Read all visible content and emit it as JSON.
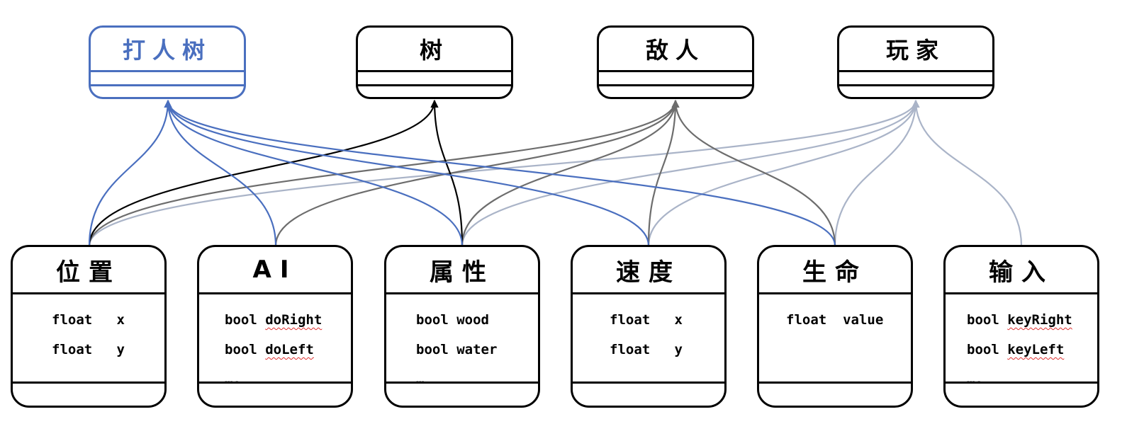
{
  "entities": [
    {
      "id": "e0",
      "name": "打人树",
      "color": "#4a6fbf"
    },
    {
      "id": "e1",
      "name": "树",
      "color": "#000000"
    },
    {
      "id": "e2",
      "name": "敌人",
      "color": "#6d6d6d"
    },
    {
      "id": "e3",
      "name": "玩家",
      "color": "#aab4c8"
    }
  ],
  "components": [
    {
      "id": "c0",
      "name": "位置",
      "fields": [
        {
          "type": "float",
          "name": "x"
        },
        {
          "type": "float",
          "name": "y"
        }
      ]
    },
    {
      "id": "c1",
      "name": "AI",
      "fields": [
        {
          "type": "bool",
          "name": "doRight"
        },
        {
          "type": "bool",
          "name": "doLeft"
        },
        {
          "type": "",
          "name": "…."
        }
      ]
    },
    {
      "id": "c2",
      "name": "属性",
      "fields": [
        {
          "type": "bool",
          "name": "wood"
        },
        {
          "type": "bool",
          "name": "water"
        },
        {
          "type": "",
          "name": "…"
        }
      ]
    },
    {
      "id": "c3",
      "name": "速度",
      "fields": [
        {
          "type": "float",
          "name": "x"
        },
        {
          "type": "float",
          "name": "y"
        }
      ]
    },
    {
      "id": "c4",
      "name": "生命",
      "fields": [
        {
          "type": "float",
          "name": "value"
        }
      ]
    },
    {
      "id": "c5",
      "name": "输入",
      "fields": [
        {
          "type": "bool",
          "name": "keyRight"
        },
        {
          "type": "bool",
          "name": "keyLeft"
        },
        {
          "type": "",
          "name": "…."
        }
      ]
    }
  ],
  "links": [
    {
      "entity": "e3",
      "components": [
        "c0",
        "c2",
        "c3",
        "c4",
        "c5"
      ]
    },
    {
      "entity": "e2",
      "components": [
        "c0",
        "c1",
        "c2",
        "c3",
        "c4"
      ]
    },
    {
      "entity": "e1",
      "components": [
        "c0",
        "c2"
      ]
    },
    {
      "entity": "e0",
      "components": [
        "c0",
        "c1",
        "c2",
        "c3",
        "c4"
      ]
    }
  ]
}
